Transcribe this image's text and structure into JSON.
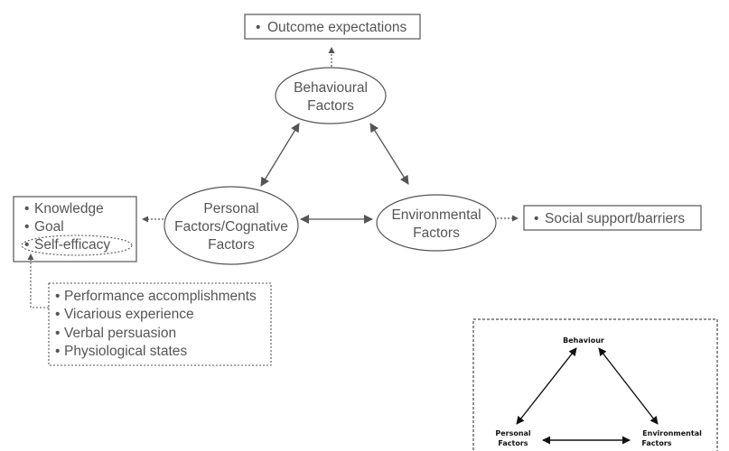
{
  "outcome_box": {
    "items": [
      "Outcome expectations"
    ]
  },
  "nodes": {
    "behavioural": [
      "Behavioural",
      "Factors"
    ],
    "personal": [
      "Personal",
      "Factors/Cognative",
      "Factors"
    ],
    "environmental": [
      "Environmental",
      "Factors"
    ]
  },
  "personal_box": {
    "items": [
      "Knowledge",
      "Goal",
      "Self-efficacy"
    ]
  },
  "social_box": {
    "items": [
      "Social support/barriers"
    ]
  },
  "efficacy_sources": {
    "items": [
      "Performance accomplishments",
      "Vicarious experience",
      "Verbal persuasion",
      "Physiological states"
    ]
  },
  "inset": {
    "behaviour": "Behaviour",
    "personal": [
      "Personal",
      "Factors"
    ],
    "environmental": [
      "Environmental",
      "Factors"
    ]
  },
  "bullet": "•",
  "colors": {
    "stroke": "#555555",
    "inset_stroke": "#111111",
    "text": "#555555"
  }
}
